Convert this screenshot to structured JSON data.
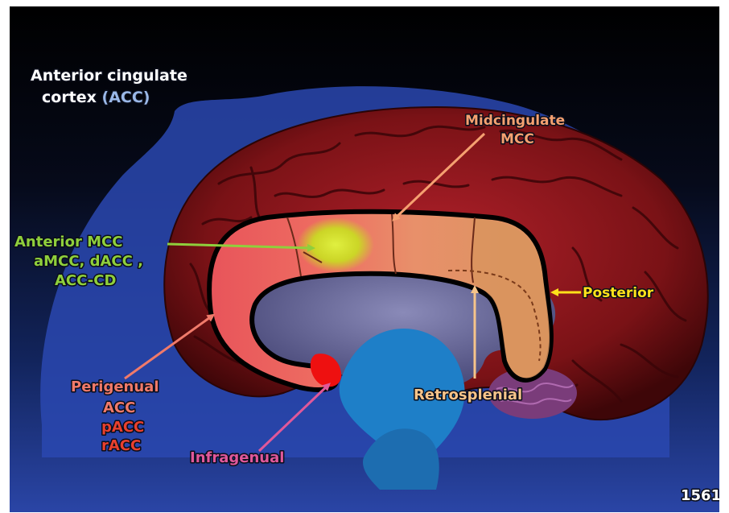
{
  "title": {
    "line1": "Anterior cingulate",
    "line2_text": "cortex ",
    "line2_abbr": "(ACC)"
  },
  "regions": {
    "midcingulate": {
      "line1": "Midcingulate",
      "line2": "MCC"
    },
    "anterior_mcc": {
      "line1": "Anterior MCC",
      "line2": "aMCC, dACC ,",
      "line3": "ACC-CD"
    },
    "posterior": {
      "label": "Posterior"
    },
    "perigenual": {
      "line1": "Perigenual",
      "line2": "ACC",
      "line3": "pACC",
      "line4": "rACC"
    },
    "infragenual": {
      "label": "Infragenual"
    },
    "retrosplenial": {
      "label": "Retrosplenial"
    }
  },
  "figure_number": "1561",
  "colors": {
    "title_white": "#ffffff",
    "title_blue": "#9ab8e8",
    "midcingulate": "#f5a070",
    "anterior_mcc": "#8fcf3c",
    "posterior": "#ffe21a",
    "perigenual": "#f07a6a",
    "perigenual_abbr": "#e8402e",
    "infragenual": "#e0589a",
    "retrosplenial": "#f6c48a"
  }
}
